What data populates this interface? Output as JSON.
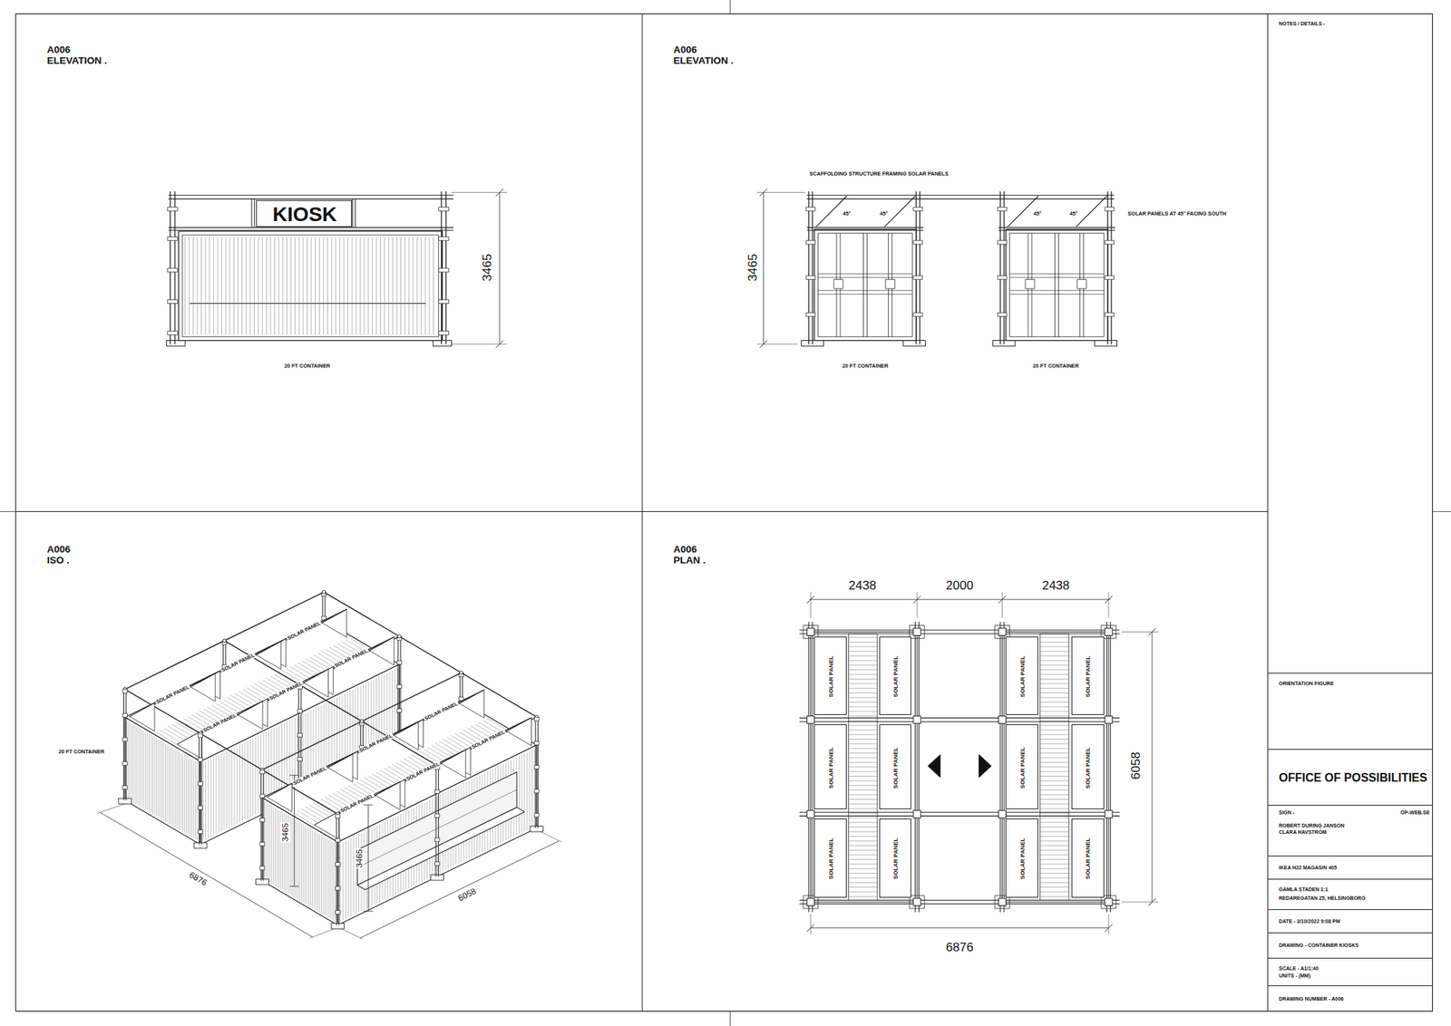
{
  "diagram": {
    "nodes": [
      {
        "text": [
          "KIOSK"
        ]
      },
      {
        "text": [
          "SOLAR PANEL"
        ]
      },
      {
        "text": [
          "SOLAR PANEL"
        ]
      },
      {
        "text": [
          "SOLAR PANEL"
        ]
      },
      {
        "text": [
          "SOLAR PANEL"
        ]
      },
      {
        "text": [
          "SOLAR PANEL"
        ]
      },
      {
        "text": [
          "SOLAR PANEL"
        ]
      },
      {
        "text": [
          "SOLAR PANEL"
        ]
      },
      {
        "text": [
          "SOLAR PANEL"
        ]
      },
      {
        "text": [
          "SOLAR PANEL"
        ]
      },
      {
        "text": [
          "SOLAR PANEL"
        ]
      },
      {
        "text": [
          "SOLAR PANEL"
        ]
      },
      {
        "text": [
          "SOLAR PANEL"
        ]
      },
      {
        "text": [
          "NOTES / DETAILS -"
        ]
      },
      {
        "text": [
          "ORIENTATION FIGURE"
        ]
      },
      {
        "text": [
          "OFFICE OF POSSIBILITIES"
        ]
      },
      {
        "text": [
          "SIGN -",
          "OP-WEB.SE",
          "ROBERT DURING JANSON",
          "CLARA HAVSTRÖM"
        ]
      },
      {
        "text": [
          "IKEA H22 MAGASIN 405"
        ]
      },
      {
        "text": [
          "GAMLA STADEN 1:1",
          "REDAREGATAN 25, HELSINGBORG"
        ]
      },
      {
        "text": [
          "DATE - 3/10/2022 9:08 PM"
        ]
      },
      {
        "text": [
          "DRAWING - CONTAINER KIOSKS"
        ]
      },
      {
        "text": [
          "SCALE - A1/1:40",
          "UNITS - (MM)"
        ]
      },
      {
        "text": [
          "DRAWING NUMBER - A006"
        ]
      }
    ],
    "labels": [
      "A006",
      "ELEVATION .",
      "3465",
      "20 FT CONTAINER",
      "A006",
      "ELEVATION .",
      "SCAFFOLDING STRUCTURE FRAMING SOLAR PANELS",
      "45°",
      "45°",
      "45°",
      "45°",
      "SOLAR PANELS AT 45° FACING SOUTH",
      "3465",
      "20 FT CONTAINER",
      "20 FT CONTAINER",
      "A006",
      "ISO .",
      "SOLAR PANEL",
      "SOLAR PANEL",
      "SOLAR PANEL",
      "SOLAR PANEL",
      "SOLAR PANEL",
      "SOLAR PANEL",
      "SOLAR PANEL",
      "SOLAR PANEL",
      "SOLAR PANEL",
      "SOLAR PANEL",
      "SOLAR PANEL",
      "SOLAR PANEL",
      "20 FT CONTAINER",
      "6876",
      "3465",
      "3465",
      "6058",
      "A006",
      "PLAN .",
      "2438",
      "2000",
      "2438",
      "6058",
      "6876"
    ]
  }
}
